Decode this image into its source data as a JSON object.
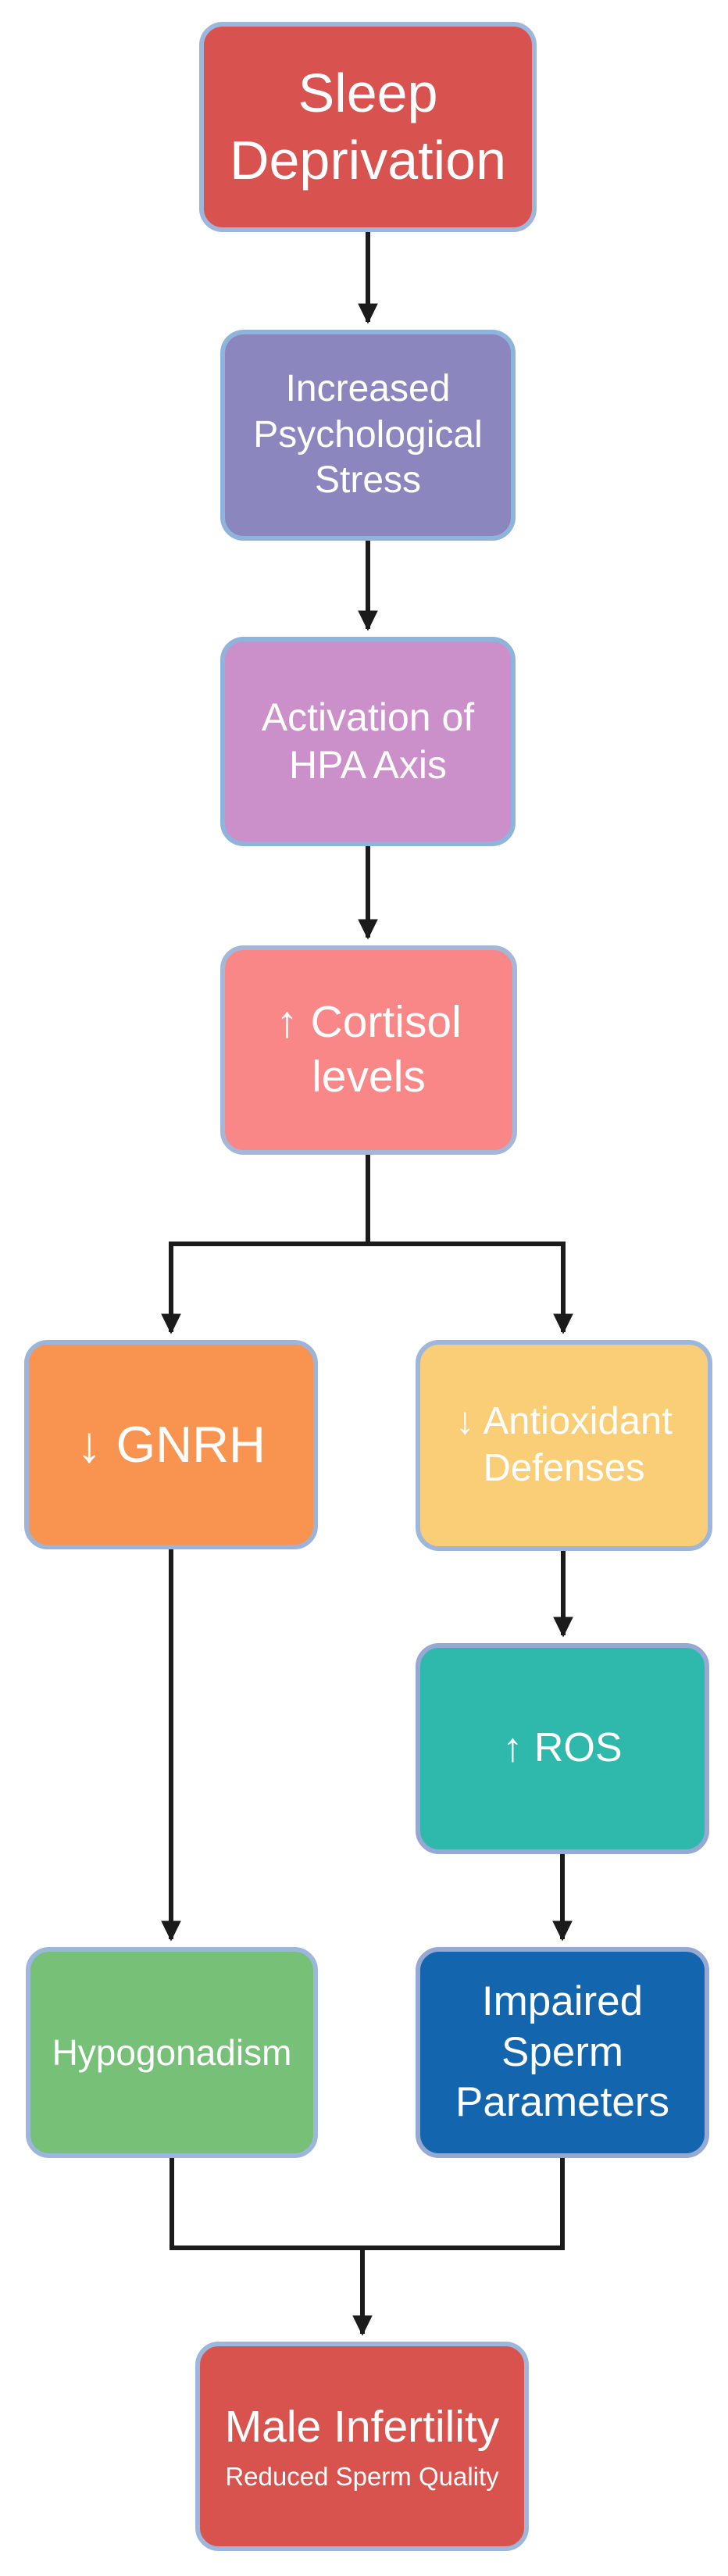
{
  "diagram": {
    "type": "flowchart",
    "background_color": "#ffffff",
    "text_color": "#ffffff",
    "arrow_color": "#1b1b1b",
    "nodes": [
      {
        "id": "sleep-deprivation",
        "label": "Sleep Deprivation",
        "fill": "#d8524f",
        "border": "#9cb6dc"
      },
      {
        "id": "increased-psychological-stress",
        "label": "Increased Psychological Stress",
        "fill": "#8b87be",
        "border": "#8fb4dc"
      },
      {
        "id": "activation-of-hpa-axis",
        "label": "Activation of HPA Axis",
        "fill": "#cb90ca",
        "border": "#8fb4dc"
      },
      {
        "id": "increased-cortisol-levels",
        "label": "↑ Cortisol levels",
        "fill": "#f98787",
        "border": "#a3b8d8"
      },
      {
        "id": "decreased-gnrh",
        "label": "↓ GNRH",
        "fill": "#f8944f",
        "border": "#9db4d8"
      },
      {
        "id": "decreased-antioxidant-defenses",
        "label": "↓ Antioxidant Defenses",
        "fill": "#facd77",
        "border": "#9cb6dc"
      },
      {
        "id": "increased-ros",
        "label": "↑ ROS",
        "fill": "#2fb9ac",
        "border": "#96a8d4"
      },
      {
        "id": "hypogonadism",
        "label": "Hypogonadism",
        "fill": "#77c077",
        "border": "#9cb6dc"
      },
      {
        "id": "impaired-sperm-parameters",
        "label": "Impaired Sperm Parameters",
        "fill": "#1365ae",
        "border": "#96a8d4"
      },
      {
        "id": "male-infertility",
        "label": "Male Infertility",
        "sublabel": "Reduced Sperm Quality",
        "fill": "#d9534e",
        "border": "#9cb6dc"
      }
    ],
    "edges": [
      {
        "from": "sleep-deprivation",
        "to": "increased-psychological-stress"
      },
      {
        "from": "increased-psychological-stress",
        "to": "activation-of-hpa-axis"
      },
      {
        "from": "activation-of-hpa-axis",
        "to": "increased-cortisol-levels"
      },
      {
        "from": "increased-cortisol-levels",
        "to": "decreased-gnrh"
      },
      {
        "from": "increased-cortisol-levels",
        "to": "decreased-antioxidant-defenses"
      },
      {
        "from": "decreased-antioxidant-defenses",
        "to": "increased-ros"
      },
      {
        "from": "decreased-gnrh",
        "to": "hypogonadism"
      },
      {
        "from": "increased-ros",
        "to": "impaired-sperm-parameters"
      },
      {
        "from": "hypogonadism",
        "to": "male-infertility"
      },
      {
        "from": "impaired-sperm-parameters",
        "to": "male-infertility"
      }
    ]
  }
}
